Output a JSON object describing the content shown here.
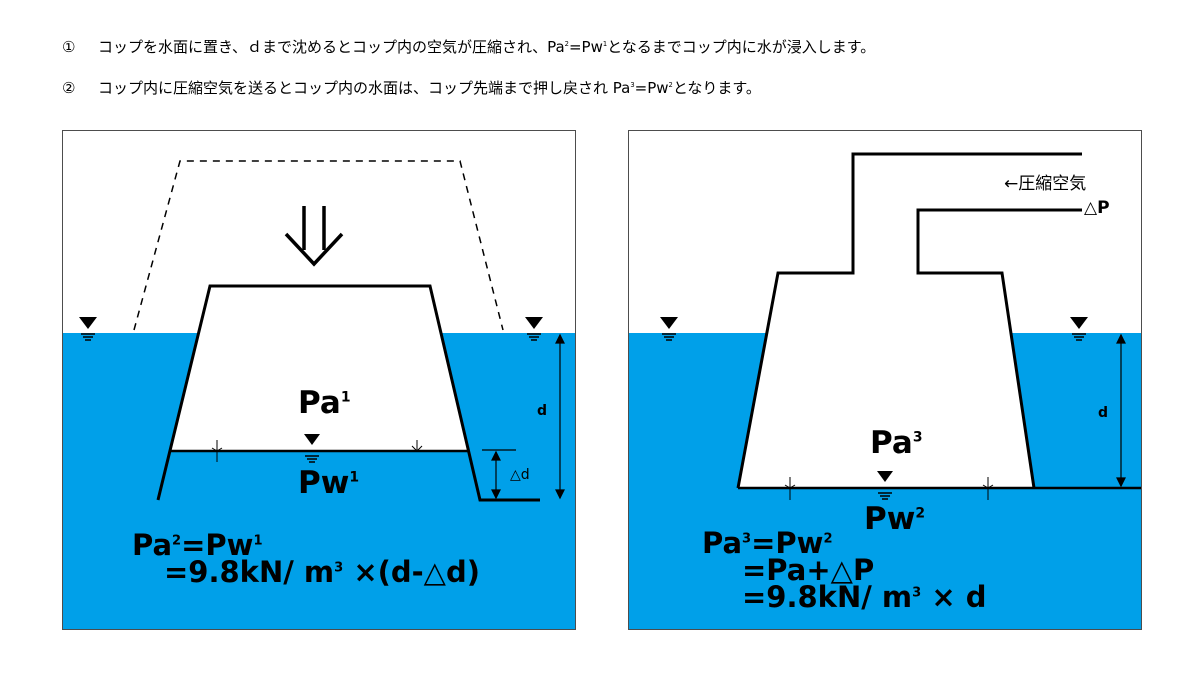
{
  "captions": [
    {
      "number": "①",
      "part1": "コップを水面に置き、ｄまで沈めるとコップ内の空気が圧縮され、Pa",
      "sup1": "2",
      "part2": "=Pw",
      "sup2": "1",
      "part3": "となるまでコップ内に水が浸入します。"
    },
    {
      "number": "②",
      "part1": "コップ内に圧縮空気を送るとコップ内の水面は、コップ先端まで押し戻され Pa",
      "sup1": "3",
      "part2": "=Pw",
      "sup2": "2",
      "part3": "となります。"
    }
  ],
  "left": {
    "arrow_glyph": "⇓",
    "pa_label": "Pa",
    "pa_sup": "1",
    "pw_label": "Pw",
    "pw_sup": "1",
    "d_label": "d",
    "delta_d_label": "△d",
    "eq_line1_a": "Pa",
    "eq_line1_sup_a": "2",
    "eq_line1_b": "=Pw",
    "eq_line1_sup_b": "1",
    "eq_line2_a": "=9.8kN/ m",
    "eq_line2_sup": "3",
    "eq_line2_b": " ×(d-△d)"
  },
  "right": {
    "compressed_air_label": "←圧縮空気",
    "delta_p_label": "△P",
    "pa_label": "Pa",
    "pa_sup": "3",
    "pw_label": "Pw",
    "pw_sup": "2",
    "d_label": "d",
    "eq_line1_a": "Pa",
    "eq_line1_sup_a": "3",
    "eq_line1_b": "=Pw",
    "eq_line1_sup_b": "2",
    "eq_line2": "=Pa+△P",
    "eq_line3_a": "=9.8kN/ m",
    "eq_line3_sup": "3",
    "eq_line3_b": " × d"
  },
  "colors": {
    "water": "#00a0e9",
    "air": "#ffffff",
    "line": "#000000",
    "frame": "#4d4d4d"
  }
}
